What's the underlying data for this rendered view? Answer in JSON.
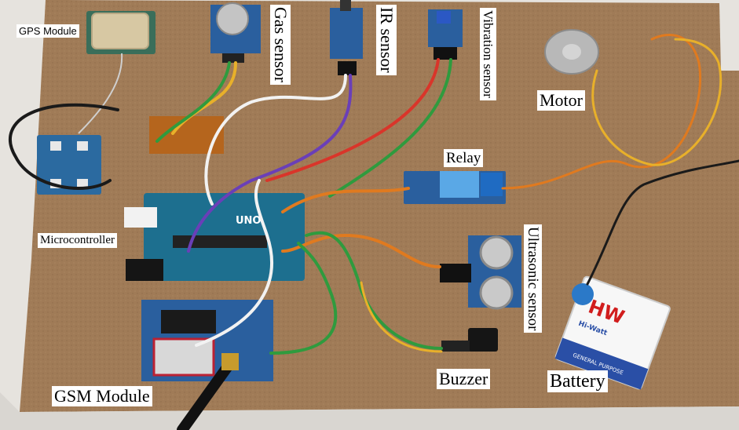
{
  "labels": {
    "gps": "GPS Module",
    "gas": "Gas sensor",
    "ir": "IR sensor",
    "vibration": "Vibration sensor",
    "motor": "Motor",
    "relay": "Relay",
    "microcontroller": "Microcontroller",
    "ultrasonic": "Ultrasonic sensor",
    "gsm": "GSM Module",
    "buzzer": "Buzzer",
    "battery": "Battery"
  },
  "markings": {
    "arduino_logo": "UNO",
    "battery_brand": "HW",
    "battery_subtitle": "Hi-Watt",
    "battery_type": "GENERAL PURPOSE"
  },
  "colors": {
    "board": "#a07b57",
    "pcb_blue": "#2a5f9e",
    "wire_yellow": "#e8b02a",
    "wire_orange": "#e07a1f",
    "wire_red": "#d9352a",
    "wire_green": "#2f9b3e",
    "wire_purple": "#6a3fb8",
    "wire_white": "#f2f2f2",
    "wire_black": "#1a1a1a"
  }
}
